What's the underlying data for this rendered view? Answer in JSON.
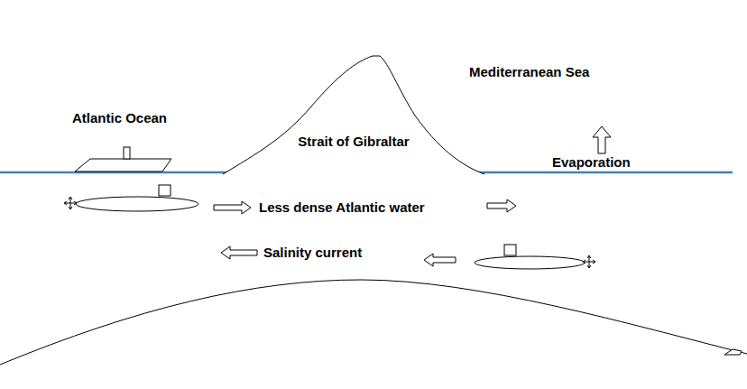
{
  "diagram": {
    "nodes": [
      {
        "text": [
          "Strait of Gibraltar"
        ]
      }
    ],
    "labels": [
      "Atlantic Ocean",
      "Mediterranean Sea",
      "Evaporation",
      "Less dense Atlantic water",
      "Salinity current"
    ]
  }
}
